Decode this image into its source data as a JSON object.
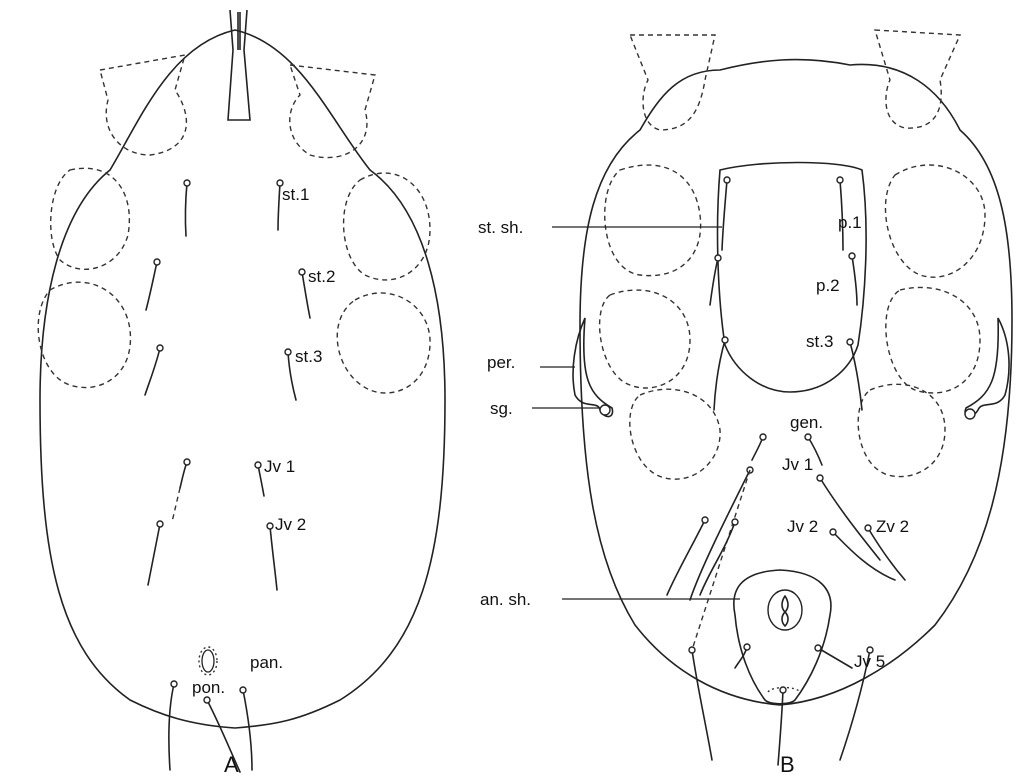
{
  "panels": [
    {
      "id": "A",
      "label": "A",
      "labels": [
        "st.1",
        "st.2",
        "st.3",
        "Jv 1",
        "Jv 2",
        "pan.",
        "pon."
      ]
    },
    {
      "id": "B",
      "label": "B",
      "labels": [
        "st. sh.",
        "per.",
        "sg.",
        "an. sh.",
        "p.1",
        "p.2",
        "st.3",
        "gen.",
        "Jv 1",
        "Jv 2",
        "Zv 2",
        "Jv 5"
      ]
    }
  ]
}
